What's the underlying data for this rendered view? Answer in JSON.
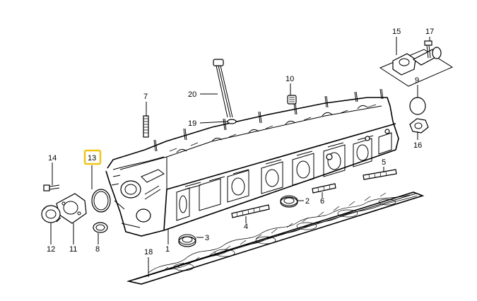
{
  "diagram": {
    "callouts": [
      {
        "id": "c1",
        "label": "1"
      },
      {
        "id": "c2",
        "label": "2"
      },
      {
        "id": "c3",
        "label": "3"
      },
      {
        "id": "c4",
        "label": "4"
      },
      {
        "id": "c5",
        "label": "5"
      },
      {
        "id": "c6",
        "label": "6"
      },
      {
        "id": "c7",
        "label": "7"
      },
      {
        "id": "c8",
        "label": "8"
      },
      {
        "id": "c9",
        "label": "9"
      },
      {
        "id": "c10",
        "label": "10"
      },
      {
        "id": "c11",
        "label": "11"
      },
      {
        "id": "c12",
        "label": "12"
      },
      {
        "id": "c13",
        "label": "13",
        "highlighted": true
      },
      {
        "id": "c14",
        "label": "14"
      },
      {
        "id": "c15",
        "label": "15"
      },
      {
        "id": "c16",
        "label": "16"
      },
      {
        "id": "c17",
        "label": "17"
      },
      {
        "id": "c18",
        "label": "18"
      },
      {
        "id": "c19",
        "label": "19"
      },
      {
        "id": "c20",
        "label": "20"
      }
    ],
    "highlight_color": "#f0c419"
  }
}
